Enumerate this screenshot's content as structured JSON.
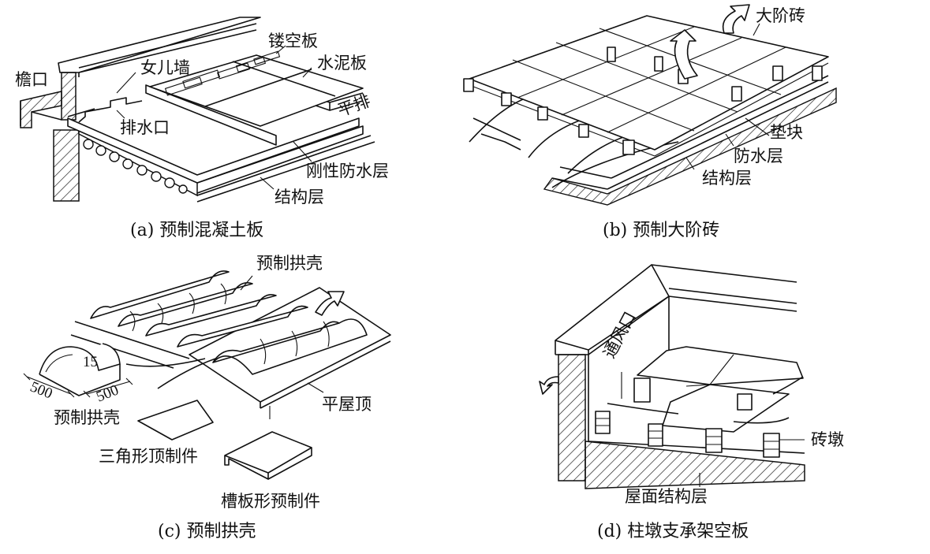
{
  "figure": {
    "panels": [
      {
        "id": "a",
        "caption": "(a) 预制混凝土板",
        "labels": {
          "eave": "檐口",
          "parapet": "女儿墙",
          "hollow_slab": "镂空板",
          "cement_slab": "水泥板",
          "flat_row": "平排",
          "drain_outlet": "排水口",
          "rigid_waterproof": "刚性防水层",
          "structure": "结构层"
        }
      },
      {
        "id": "b",
        "caption": "(b) 预制大阶砖",
        "labels": {
          "large_tile": "大阶砖",
          "pad_block": "垫块",
          "waterproof": "防水层",
          "structure": "结构层"
        }
      },
      {
        "id": "c",
        "caption": "(c) 预制拱壳",
        "labels": {
          "arch_shell_top": "预制拱壳",
          "dim_thickness": "15",
          "dim_length": "500",
          "dim_width": "500",
          "arch_shell_piece": "预制拱壳",
          "flat_roof": "平屋顶",
          "triangle_cap": "三角形顶制件",
          "channel_piece": "槽板形预制件"
        }
      },
      {
        "id": "d",
        "caption": "(d) 柱墩支承架空板",
        "labels": {
          "vent": "通风口",
          "brick_pier": "砖墩",
          "roof_structure": "屋面结构层"
        }
      }
    ]
  }
}
